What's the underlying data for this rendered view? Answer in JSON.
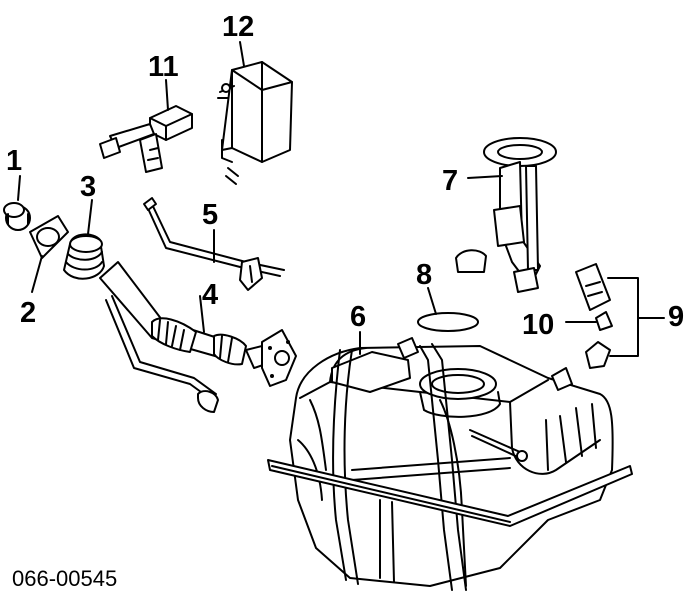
{
  "callouts": {
    "c1": "1",
    "c2": "2",
    "c3": "3",
    "c4": "4",
    "c5": "5",
    "c6": "6",
    "c7": "7",
    "c8": "8",
    "c9": "9",
    "c10": "10",
    "c11": "11",
    "c12": "12"
  },
  "figure_ref": "066-00545",
  "colors": {
    "ink": "#000000",
    "paper": "#ffffff"
  }
}
